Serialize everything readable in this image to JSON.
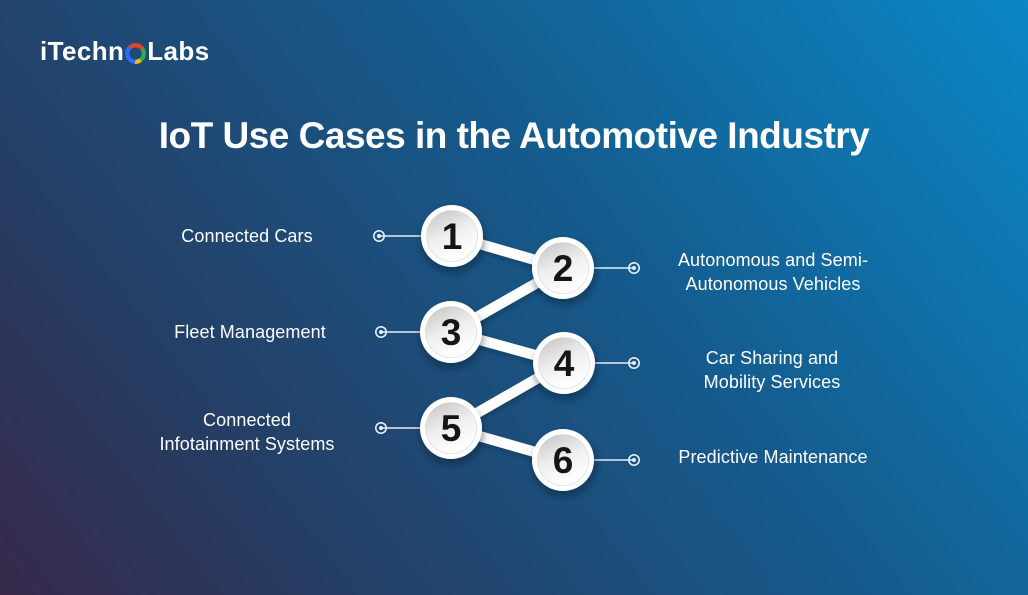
{
  "logo": {
    "text_before": "iTechn",
    "text_after": "Labs",
    "o_icon": "itechnolabs-ring-icon",
    "colors": {
      "red": "#e8432d",
      "green": "#34a853",
      "yellow": "#fbbc05",
      "blue": "#2a6df4"
    }
  },
  "title": "IoT Use Cases in the Automotive Industry",
  "colors": {
    "background_start": "#37294b",
    "background_mid": "#155a8c",
    "background_end": "#0a87c5",
    "node_fill": "#ffffff",
    "node_number": "#151515",
    "connector": "#ffffff",
    "label_text": "#ffffff"
  },
  "items": [
    {
      "number": "1",
      "label": "Connected Cars",
      "side": "left"
    },
    {
      "number": "2",
      "label": "Autonomous and Semi-\nAutonomous Vehicles",
      "side": "right"
    },
    {
      "number": "3",
      "label": "Fleet Management",
      "side": "left"
    },
    {
      "number": "4",
      "label": "Car Sharing and\nMobility Services",
      "side": "right"
    },
    {
      "number": "5",
      "label": "Connected\nInfotainment Systems",
      "side": "left"
    },
    {
      "number": "6",
      "label": "Predictive Maintenance",
      "side": "right"
    }
  ]
}
